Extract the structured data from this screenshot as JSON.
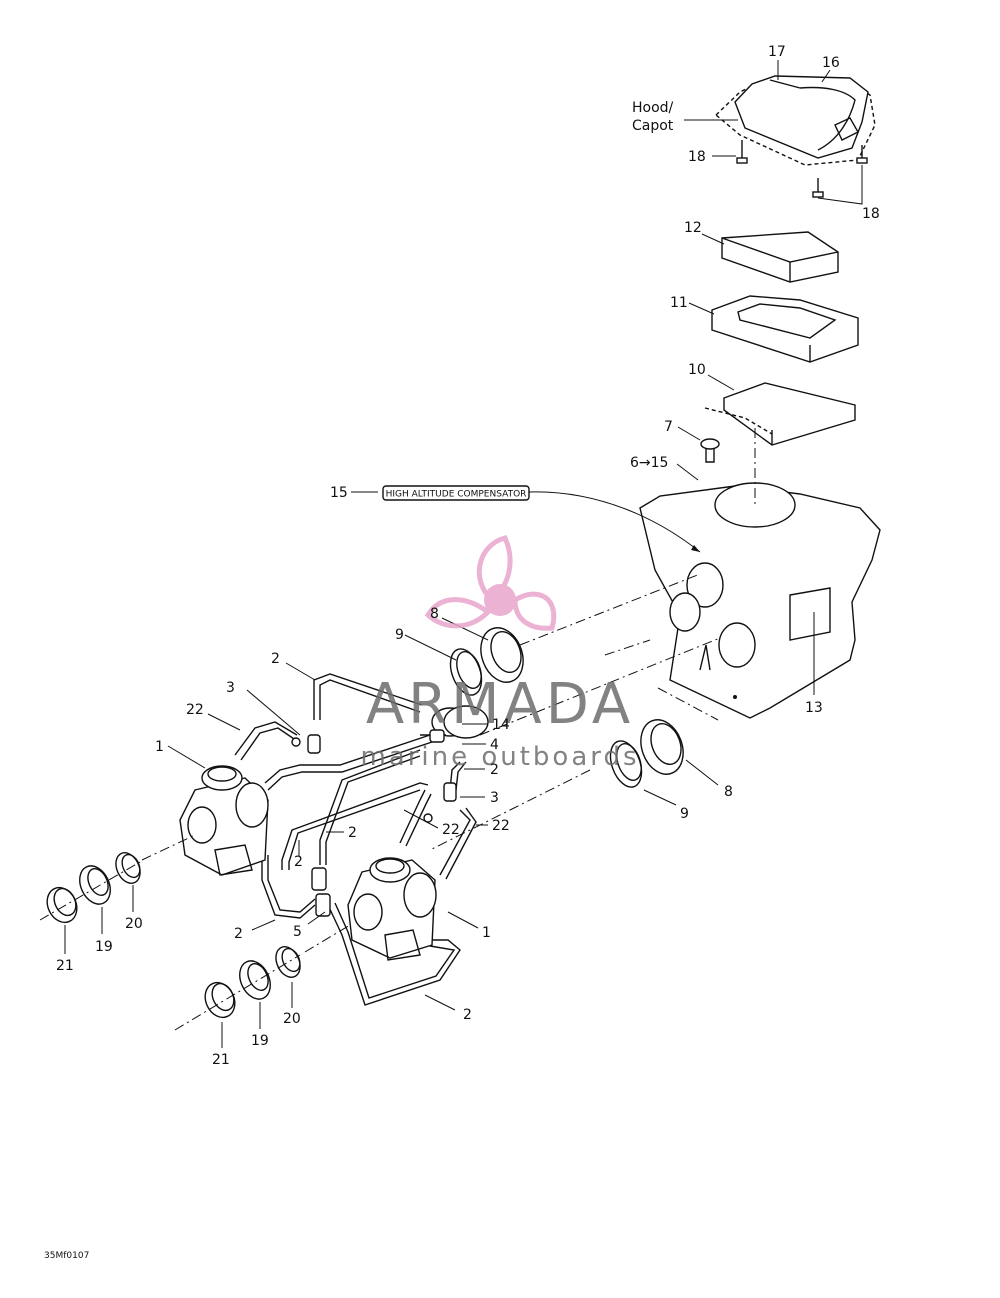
{
  "hood_label": [
    "Hood/",
    "Capot"
  ],
  "decal_text": "HIGH ALTITUDE COMPENSATOR",
  "drawing_code": "35Mf0107",
  "watermark": {
    "brand": "ARMADA",
    "tagline": "marine outboards",
    "accent": "#e9a5cc"
  },
  "callouts": {
    "c17": "17",
    "c16": "16",
    "c18a": "18",
    "c18b": "18",
    "c12": "12",
    "c11": "11",
    "c10": "10",
    "c7": "7",
    "c6": "6→15",
    "c15": "15",
    "c13": "13",
    "c8a": "8",
    "c9a": "9",
    "c14": "14",
    "c4": "4",
    "c2a": "2",
    "c3a": "3",
    "c22a": "22",
    "c1a": "1",
    "c2b": "2",
    "c3b": "3",
    "c22b": "22",
    "c22c": "22",
    "c2c": "2",
    "c2d": "2",
    "c8b": "8",
    "c9b": "9",
    "c2e": "2",
    "c5": "5",
    "c1b": "1",
    "c2f": "2",
    "c21a": "21",
    "c19a": "19",
    "c20a": "20",
    "c21b": "21",
    "c19b": "19",
    "c20b": "20"
  }
}
